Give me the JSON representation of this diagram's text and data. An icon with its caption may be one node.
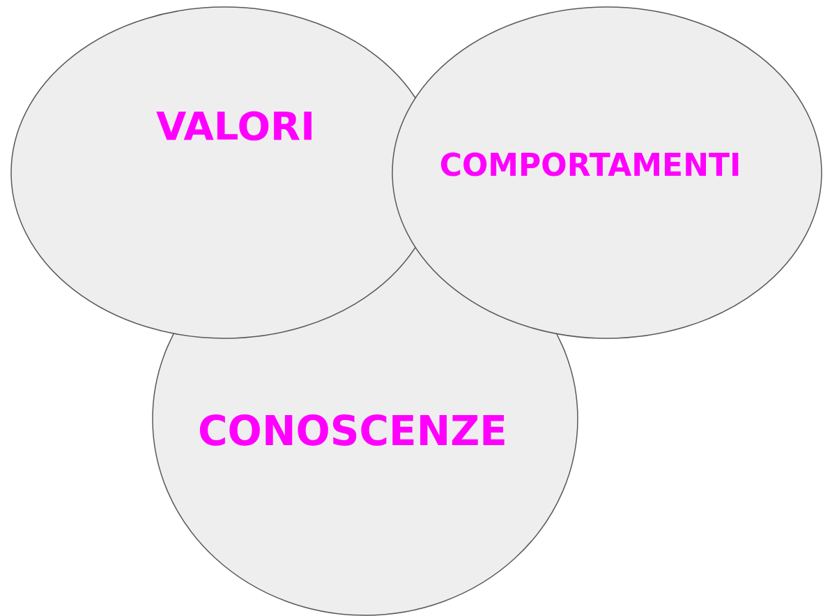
{
  "diagram": {
    "nodes": [
      {
        "text": [
          "VALORI"
        ]
      },
      {
        "text": [
          "COMPORTAMENTI"
        ]
      },
      {
        "text": [
          "CONOSCENZE"
        ]
      }
    ]
  }
}
